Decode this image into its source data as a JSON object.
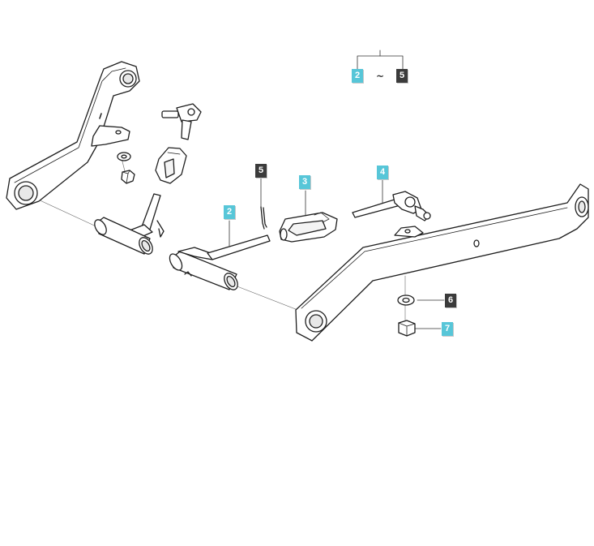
{
  "colors": {
    "teal": "#57c6d8",
    "dark": "#3b3b3b",
    "line": "#1e1e1e"
  },
  "callouts": {
    "range_start": "2",
    "range_sep": "~",
    "range_end": "5",
    "pin_left": "2",
    "cotter_pin": "5",
    "clevis": "3",
    "rod_end": "4",
    "washer": "6",
    "nut": "7"
  }
}
